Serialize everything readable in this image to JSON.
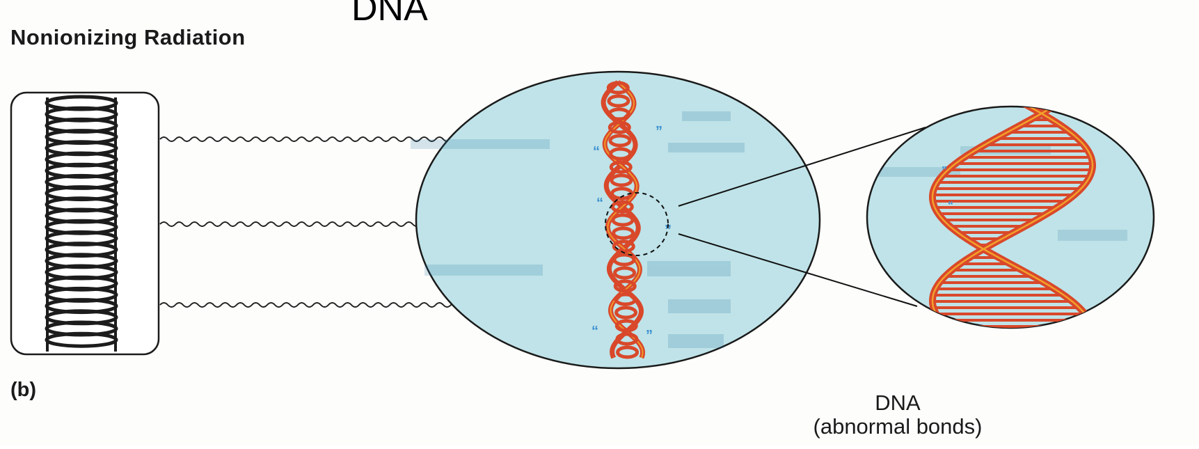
{
  "overlay_text": "DNA",
  "title": "Nonionizing Radiation",
  "panel_label": "(b)",
  "dna_label": {
    "line1": "DNA",
    "line2": "(abnormal bonds)"
  },
  "colors": {
    "background": "#fdfdfb",
    "circle_fill": "#bfe3e8",
    "circle_stroke": "#1a1a1a",
    "dna_strand": "#d9482a",
    "dna_highlight": "#f3a02b",
    "bond_marks": "#3a8fd0",
    "wave": "#222222",
    "lamp_coil": "#1c1c1c"
  },
  "icons": [
    "uv-lamp-icon",
    "radiation-wave-icon",
    "dna-helix-icon",
    "zoom-lens-icon"
  ]
}
